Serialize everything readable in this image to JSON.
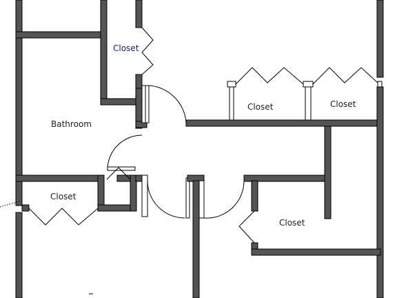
{
  "colors": {
    "wall_fill": "#545454",
    "outline": "#000000",
    "background": "#ffffff",
    "label_text": "#222222",
    "label_text_alt": "#1a1a80"
  },
  "rooms": {
    "bathroom": "Bathroom",
    "closet_top_middle": "Closet",
    "closet_top_right_a": "Closet",
    "closet_top_right_b": "Closet",
    "closet_bottom_left": "Closet",
    "closet_bottom_right": "Closet"
  }
}
